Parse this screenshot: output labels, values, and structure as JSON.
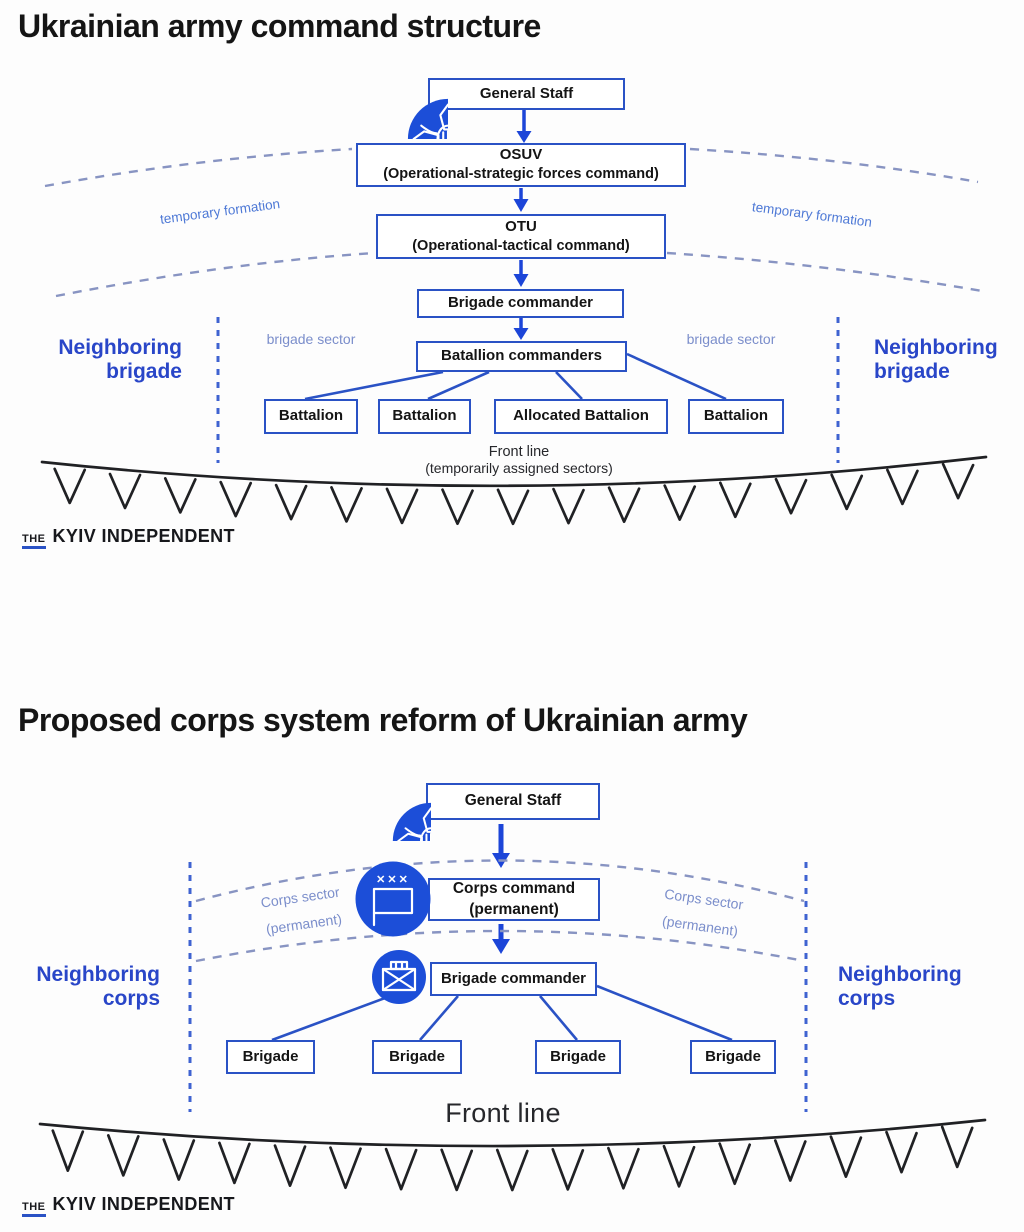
{
  "colors": {
    "accent_blue": "#1c4ed8",
    "box_border_blue": "#2a52c5",
    "sector_label_blue": "#7b8ecb",
    "temporary_label_blue": "#4e79d6",
    "neighboring_blue": "#2946c8",
    "dashed_gray_blue": "#8894c2",
    "front_line_black": "#202124"
  },
  "diagram1": {
    "title": "Ukrainian army command structure",
    "nodes": {
      "general_staff": "General Staff",
      "osuv_abbr": "OSUV",
      "osuv_full": "(Operational-strategic forces command)",
      "otu_abbr": "OTU",
      "otu_full": "(Operational-tactical command)",
      "brigade_commander": "Brigade commander",
      "batallion_commanders": "Batallion commanders",
      "battalion_1": "Battalion",
      "battalion_2": "Battalion",
      "battalion_3": "Allocated Battalion",
      "battalion_4": "Battalion"
    },
    "labels": {
      "temporary_formation_left": "temporary formation",
      "temporary_formation_right": "temporary formation",
      "brigade_sector_left": "brigade sector",
      "brigade_sector_right": "brigade sector",
      "neighboring_brigade_left": "Neighboring brigade",
      "neighboring_brigade_right": "Neighboring brigade",
      "front_line_title": "Front line",
      "front_line_subtitle": "(temporarily assigned sectors)"
    }
  },
  "diagram2": {
    "title": "Proposed corps system reform of Ukrainian army",
    "nodes": {
      "general_staff": "General Staff",
      "corps_command_line1": "Corps command",
      "corps_command_line2": "(permanent)",
      "brigade_commander": "Brigade commander",
      "brigade_1": "Brigade",
      "brigade_2": "Brigade",
      "brigade_3": "Brigade",
      "brigade_4": "Brigade"
    },
    "labels": {
      "corps_sector_left_line1": "Corps sector",
      "corps_sector_left_line2": "(permanent)",
      "corps_sector_right_line1": "Corps sector",
      "corps_sector_right_line2": "(permanent)",
      "neighboring_corps_left": "Neighboring corps",
      "neighboring_corps_right": "Neighboring corps",
      "front_line_title": "Front line"
    },
    "icons": {
      "corps_strength_marks": "✕✕✕"
    }
  },
  "logo": {
    "the": "THE",
    "name": "KYIV INDEPENDENT"
  }
}
